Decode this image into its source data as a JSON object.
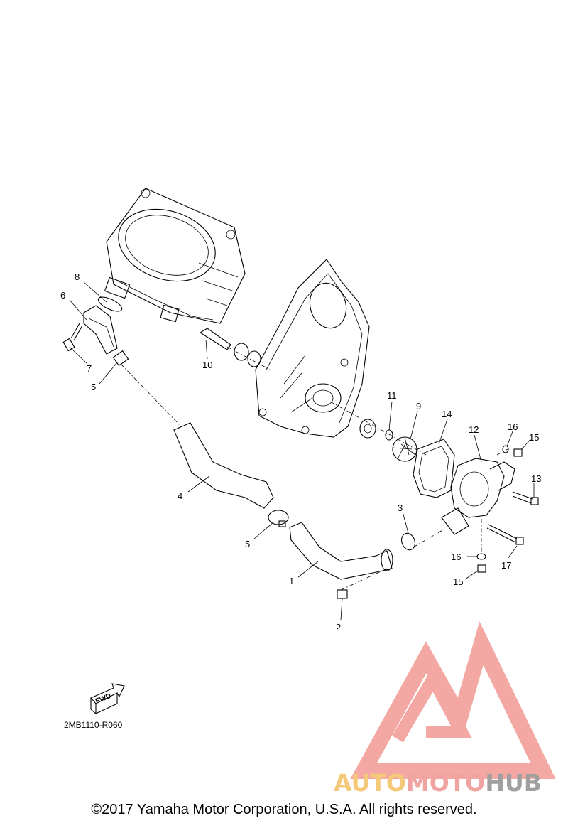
{
  "diagram": {
    "callouts": [
      {
        "id": "1",
        "label": "1"
      },
      {
        "id": "2",
        "label": "2"
      },
      {
        "id": "3",
        "label": "3"
      },
      {
        "id": "4",
        "label": "4"
      },
      {
        "id": "5a",
        "label": "5"
      },
      {
        "id": "5b",
        "label": "5"
      },
      {
        "id": "6",
        "label": "6"
      },
      {
        "id": "7",
        "label": "7"
      },
      {
        "id": "8",
        "label": "8"
      },
      {
        "id": "9",
        "label": "9"
      },
      {
        "id": "10",
        "label": "10"
      },
      {
        "id": "11",
        "label": "11"
      },
      {
        "id": "12",
        "label": "12"
      },
      {
        "id": "13",
        "label": "13"
      },
      {
        "id": "14",
        "label": "14"
      },
      {
        "id": "15a",
        "label": "15"
      },
      {
        "id": "15b",
        "label": "15"
      },
      {
        "id": "16a",
        "label": "16"
      },
      {
        "id": "16b",
        "label": "16"
      },
      {
        "id": "17",
        "label": "17"
      }
    ],
    "fwd_label": "FWD",
    "diagram_code": "2MB1110-R060",
    "copyright": "©2017 Yamaha Motor Corporation, U.S.A. All rights reserved."
  },
  "watermark": {
    "part1": "AUTO",
    "part2": "MOTO",
    "part3": "HUB",
    "colors": {
      "part1": "#F5C97A",
      "part2": "#F0A3A0",
      "part3": "#A0A0A0",
      "logo": "#F29A94"
    }
  }
}
